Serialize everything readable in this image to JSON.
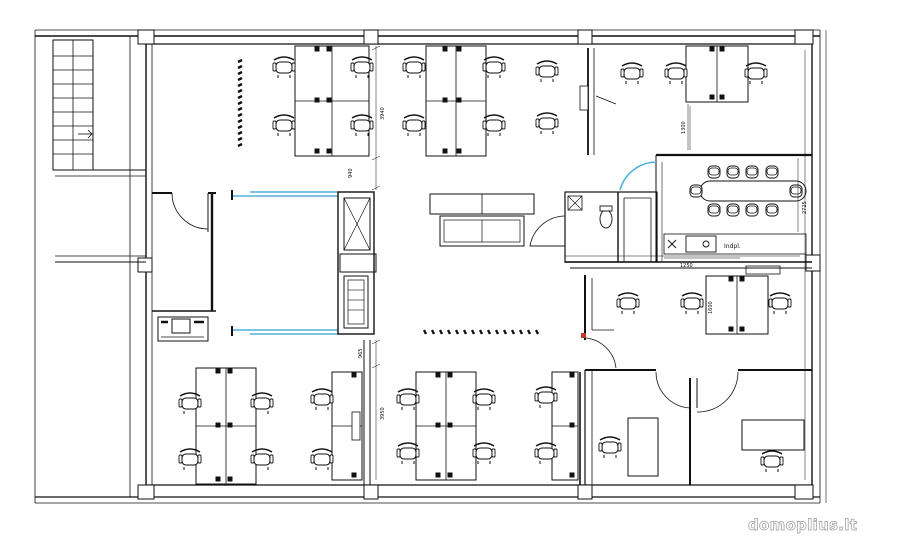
{
  "plan": {
    "dimensions": {
      "d3940": "3940",
      "d940": "940",
      "d1300": "1300",
      "d2725": "2725",
      "d1250": "1250",
      "d1600": "1600",
      "d965": "965",
      "d3950": "3950"
    },
    "labels": {
      "indpl": "Indpl."
    },
    "watermark": "domoplius.lt",
    "colors": {
      "wall": "#111111",
      "glass": "#4fb3d9",
      "accent": "#c0392b"
    }
  }
}
